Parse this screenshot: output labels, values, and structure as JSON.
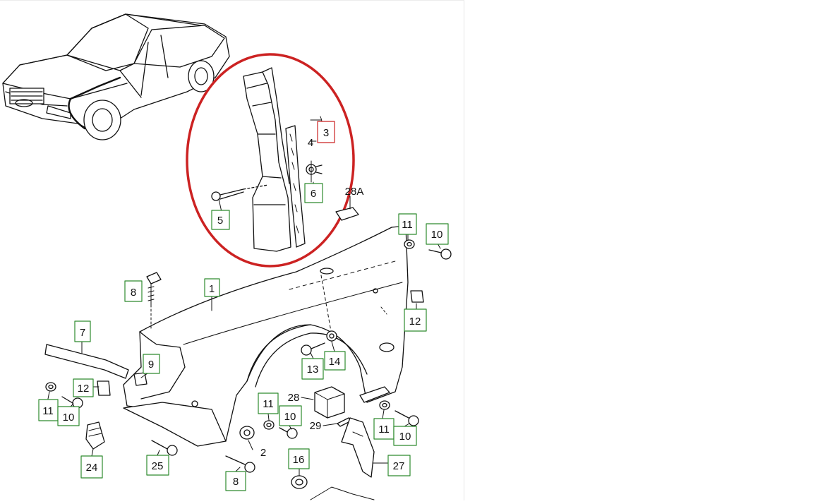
{
  "diagram": {
    "accent": "#cc2222",
    "callout_color": "#2e8b2e",
    "inset_callouts": {
      "bracket_label": "3",
      "strip_label": "4",
      "clip_label": "6",
      "bolt_label": "5"
    },
    "parts": {
      "p1": "1",
      "p2": "2",
      "p3": "3",
      "p4": "4",
      "p5": "5",
      "p6": "6",
      "p7": "7",
      "p8a": "8",
      "p8b": "8",
      "p9": "9",
      "p10a": "10",
      "p10b": "10",
      "p10c": "10",
      "p10d": "10",
      "p11a": "11",
      "p11b": "11",
      "p11c": "11",
      "p11d": "11",
      "p12a": "12",
      "p12b": "12",
      "p13": "13",
      "p14": "14",
      "p16": "16",
      "p24": "24",
      "p25": "25",
      "p27": "27",
      "p28": "28",
      "p28a": "28A",
      "p29": "29"
    },
    "icons": [
      "car-icon",
      "fender-icon",
      "bolt-icon",
      "clip-icon",
      "washer-icon",
      "bracket-icon"
    ]
  }
}
